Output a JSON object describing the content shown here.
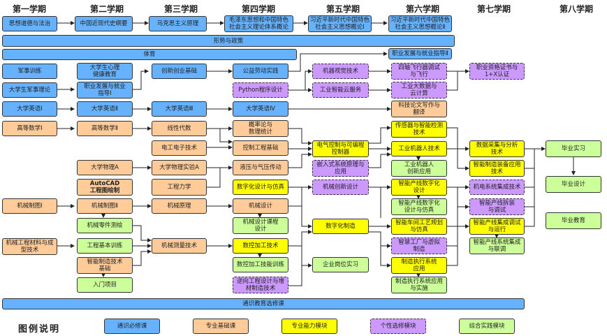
{
  "semesters": [
    "第一学期",
    "第二学期",
    "第三学期",
    "第四学期",
    "第五学期",
    "第六学期",
    "第七学期",
    "第八学期"
  ],
  "courses": {
    "s1": {
      "ideology": "思想道德与法治",
      "military_training": "军事训练",
      "military_theory": "大学生军事理论",
      "english1": "大学英语Ⅰ",
      "math1": "高等数学Ⅰ",
      "drawing1": "机械制图Ⅰ",
      "materials": "机械工程材料与成型技术"
    },
    "s2": {
      "history": "中国近现代史纲要",
      "mental_health": "大学生心理\n健康教育",
      "career1": "职业发展与就业\n指导Ⅰ",
      "english2": "大学英语Ⅱ",
      "math2": "高等数学Ⅱ",
      "physics": "大学物理A",
      "autocad": "AutoCAD\n工程图绘制",
      "drawing2": "机械制图Ⅱ",
      "parts_mapping": "机械零件测绘",
      "eng_training": "工程基本训练",
      "smart_mfg_basics": "智能制造技术\n基础",
      "intro_project": "入门项目"
    },
    "s3": {
      "marxism": "马克思主义原理",
      "innovation": "创新创业基础",
      "english3": "大学英语Ⅲ",
      "linear_algebra": "线性代数",
      "electrical": "电工电子技术",
      "physics_lab": "大学物理实验A",
      "mechanics": "工程力学",
      "mech_principles": "机械原理",
      "measurement": "机械测量技术"
    },
    "s4": {
      "mao": "毛泽东思想和中国特色\n社会主义理论体系概论",
      "public_service": "公益劳动实践",
      "python": "Python程序设计",
      "english4": "大学英语Ⅳ",
      "probability": "概率论与\n数理统计",
      "control_eng": "控制工程基础",
      "hydraulics": "液压与气压传动",
      "digital_design": "数字化设计与仿真",
      "mech_design": "机械设计",
      "mech_design_project": "机械设计课程\n设计",
      "cnc": "数控加工技术",
      "cnc_training": "数控加工技能训练",
      "reverse_eng": "逆向工程设计与增\n材制造技术"
    },
    "s5": {
      "xi1": "习近平新时代中国特色\n社会主义思想概论Ⅰ",
      "machine_vision": "机器视觉技术",
      "cloud": "工业智能云服务",
      "plc": "电气控制与可编程\n控制器",
      "embedded": "嵌入式系统原理与\n应用",
      "mech_innovation": "机械创新设计",
      "digital_mfg": "数字化制造",
      "internship": "企业岗位实习"
    },
    "s6": {
      "xi2": "习近平新时代中国特色\n社会主义思想概论Ⅱ",
      "career2": "职业发展与就业指导Ⅱ",
      "drone": "四轴飞行器调试\n与飞行",
      "bigdata": "工业大数据与\n云计算",
      "paper_writing": "科技论文写作与\n翻译",
      "sensors": "传感器与智能检测\n技术",
      "robotics": "工业机器人技术",
      "robot_innovation": "工业机器人\n创新应用",
      "line_digital": "智能产线数字化\n设计",
      "line_digital_sim": "智能产线数字化\n设计与仿真",
      "workshop": "智能车间工艺规划\n与仿真",
      "smart_factory": "智慧工厂与虚拟\n制造",
      "mes": "制造执行系统\n应用",
      "mes_impl": "制造执行系统应用\n与实施"
    },
    "s7": {
      "certification": "职业资格证书与\n1+X认证",
      "data_acq": "数据采集与分析\n技术",
      "smart_equipment": "智能制造装备应用\n技术",
      "mechatronics": "机电系统集成技术",
      "line_assembly": "智能产线拆装\n与调试",
      "line_integration": "智能产线集成调试\n与运行",
      "line_system": "智能产线系统集成\n与联调"
    },
    "s8": {
      "grad_internship": "毕业实习",
      "grad_design": "毕业设计",
      "grad_education": "毕业教育"
    },
    "spans": {
      "policy": "形势与政策",
      "pe": "体育",
      "general_elective": "通识教育选修课"
    }
  },
  "legend": {
    "title": "图例说明",
    "items": [
      {
        "label": "通识必修课",
        "color": "#66b2ff"
      },
      {
        "label": "专业基础课",
        "color": "#ffcc99"
      },
      {
        "label": "专业能力模块",
        "color": "#ffff00"
      },
      {
        "label": "个性选修模块",
        "color": "#cc99ff"
      },
      {
        "label": "综合实践模块",
        "color": "#ccff99"
      }
    ]
  }
}
